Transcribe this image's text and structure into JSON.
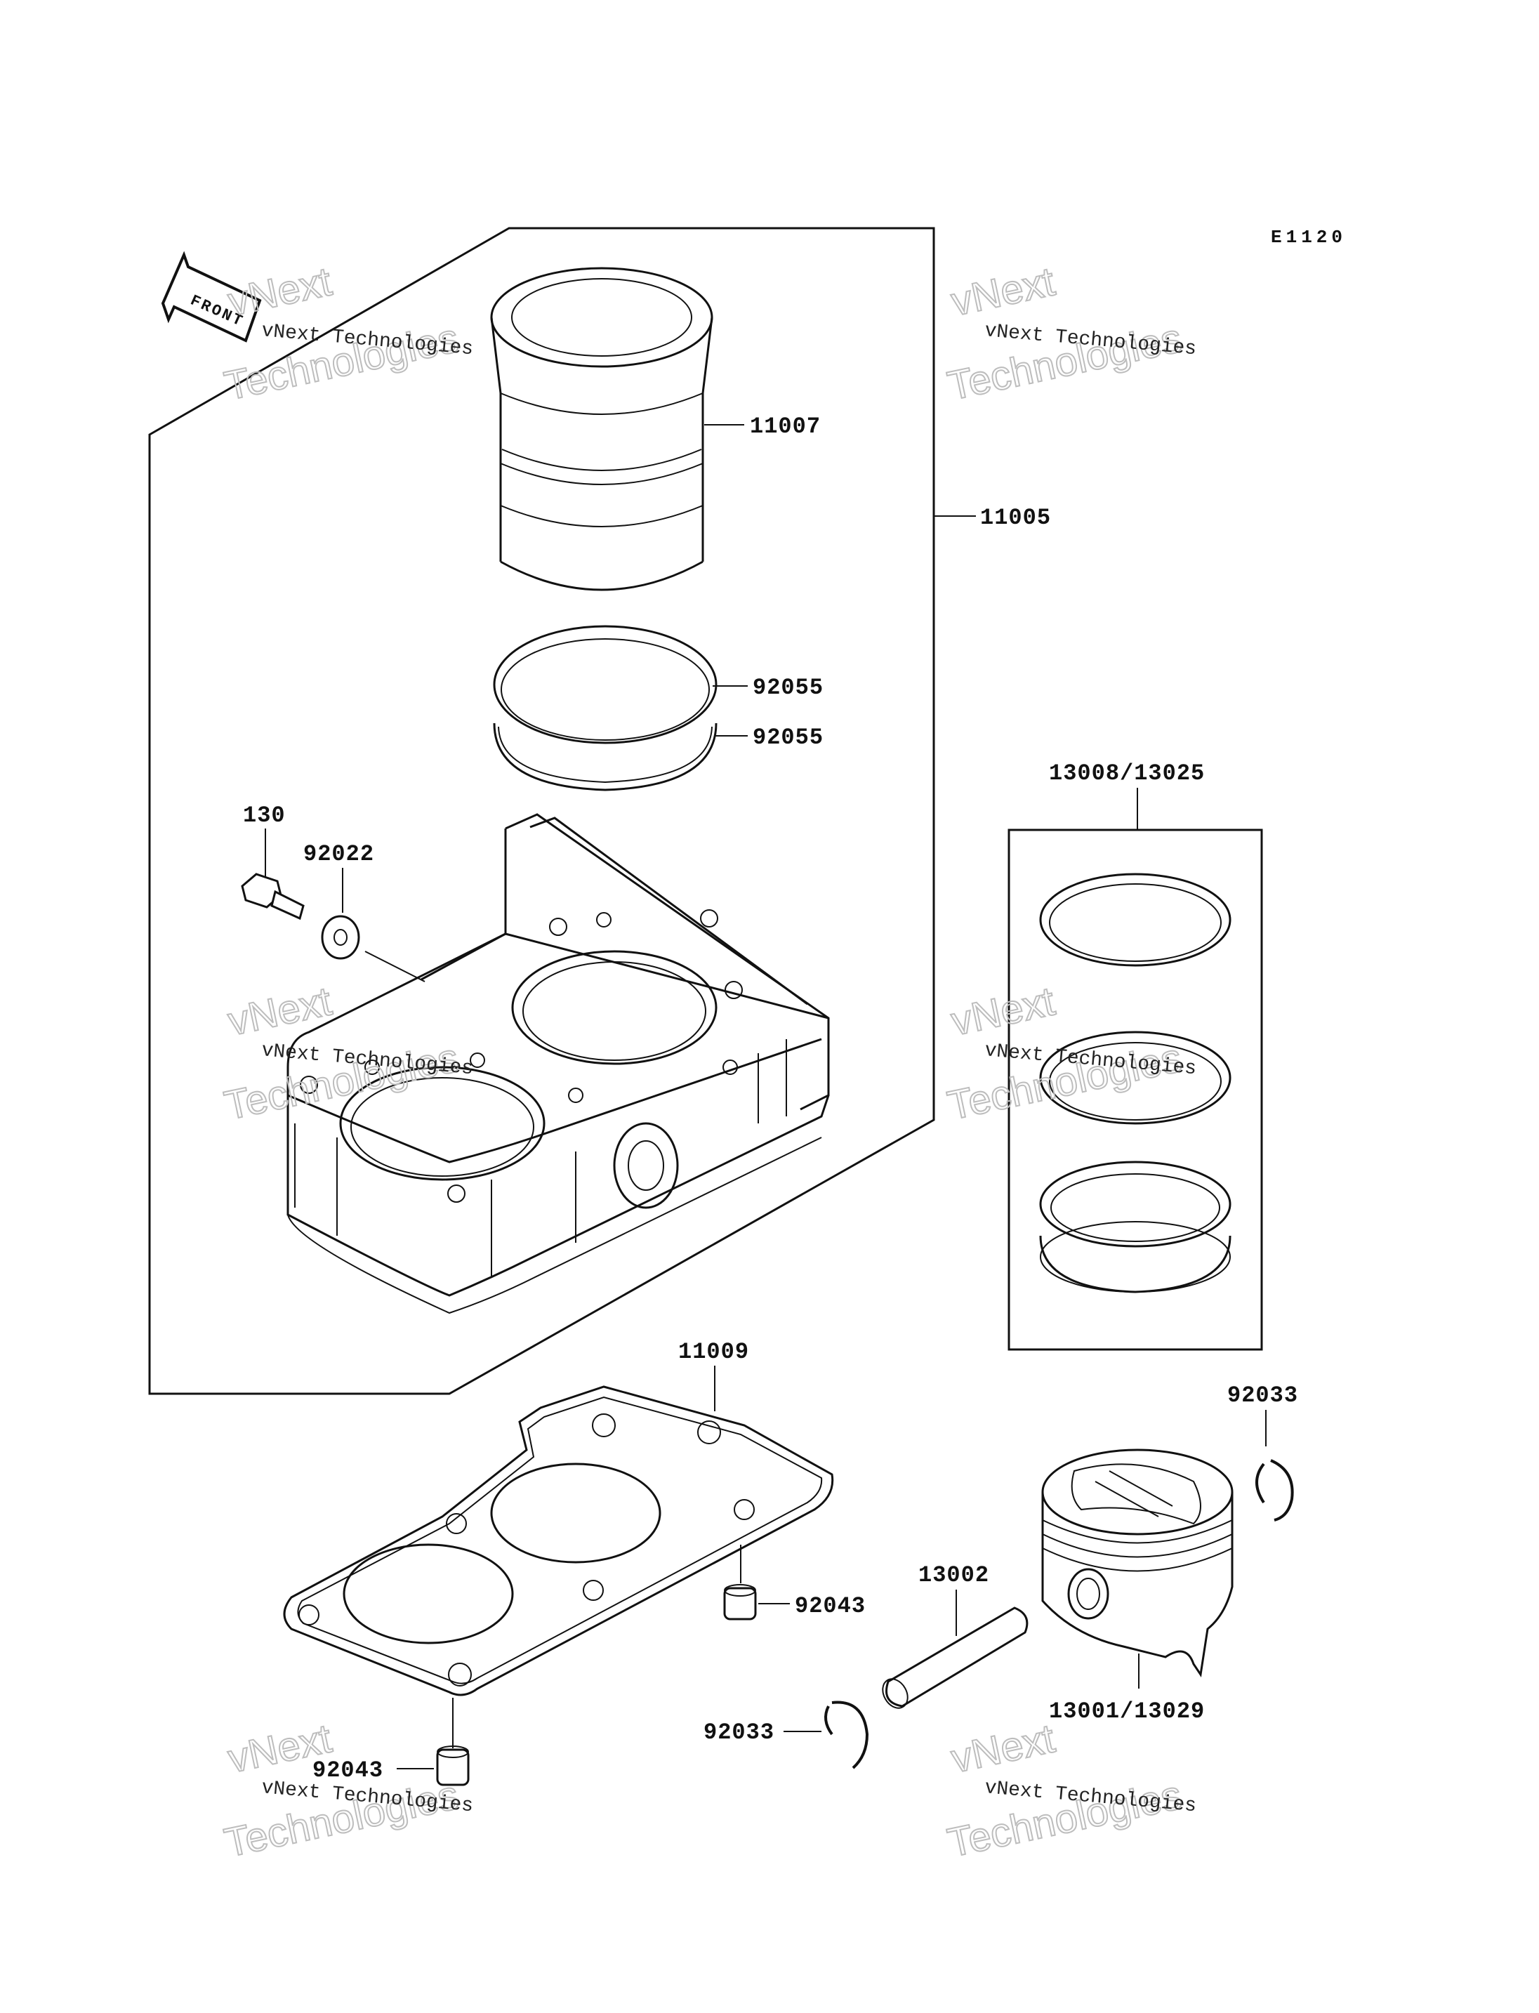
{
  "diagram_code": "E1120",
  "front_label": "FRONT",
  "parts": {
    "p11007": "11007",
    "p11005": "11005",
    "p92055a": "92055",
    "p92055b": "92055",
    "p130": "130",
    "p92022": "92022",
    "p13008": "13008/13025",
    "p11009": "11009",
    "p92033a": "92033",
    "p13002": "13002",
    "p92043a": "92043",
    "p92033b": "92033",
    "p13001": "13001/13029",
    "p92043b": "92043"
  },
  "watermark": {
    "line1": "vNext Technologies",
    "line2": "vNext",
    "line3": "Technologies"
  }
}
